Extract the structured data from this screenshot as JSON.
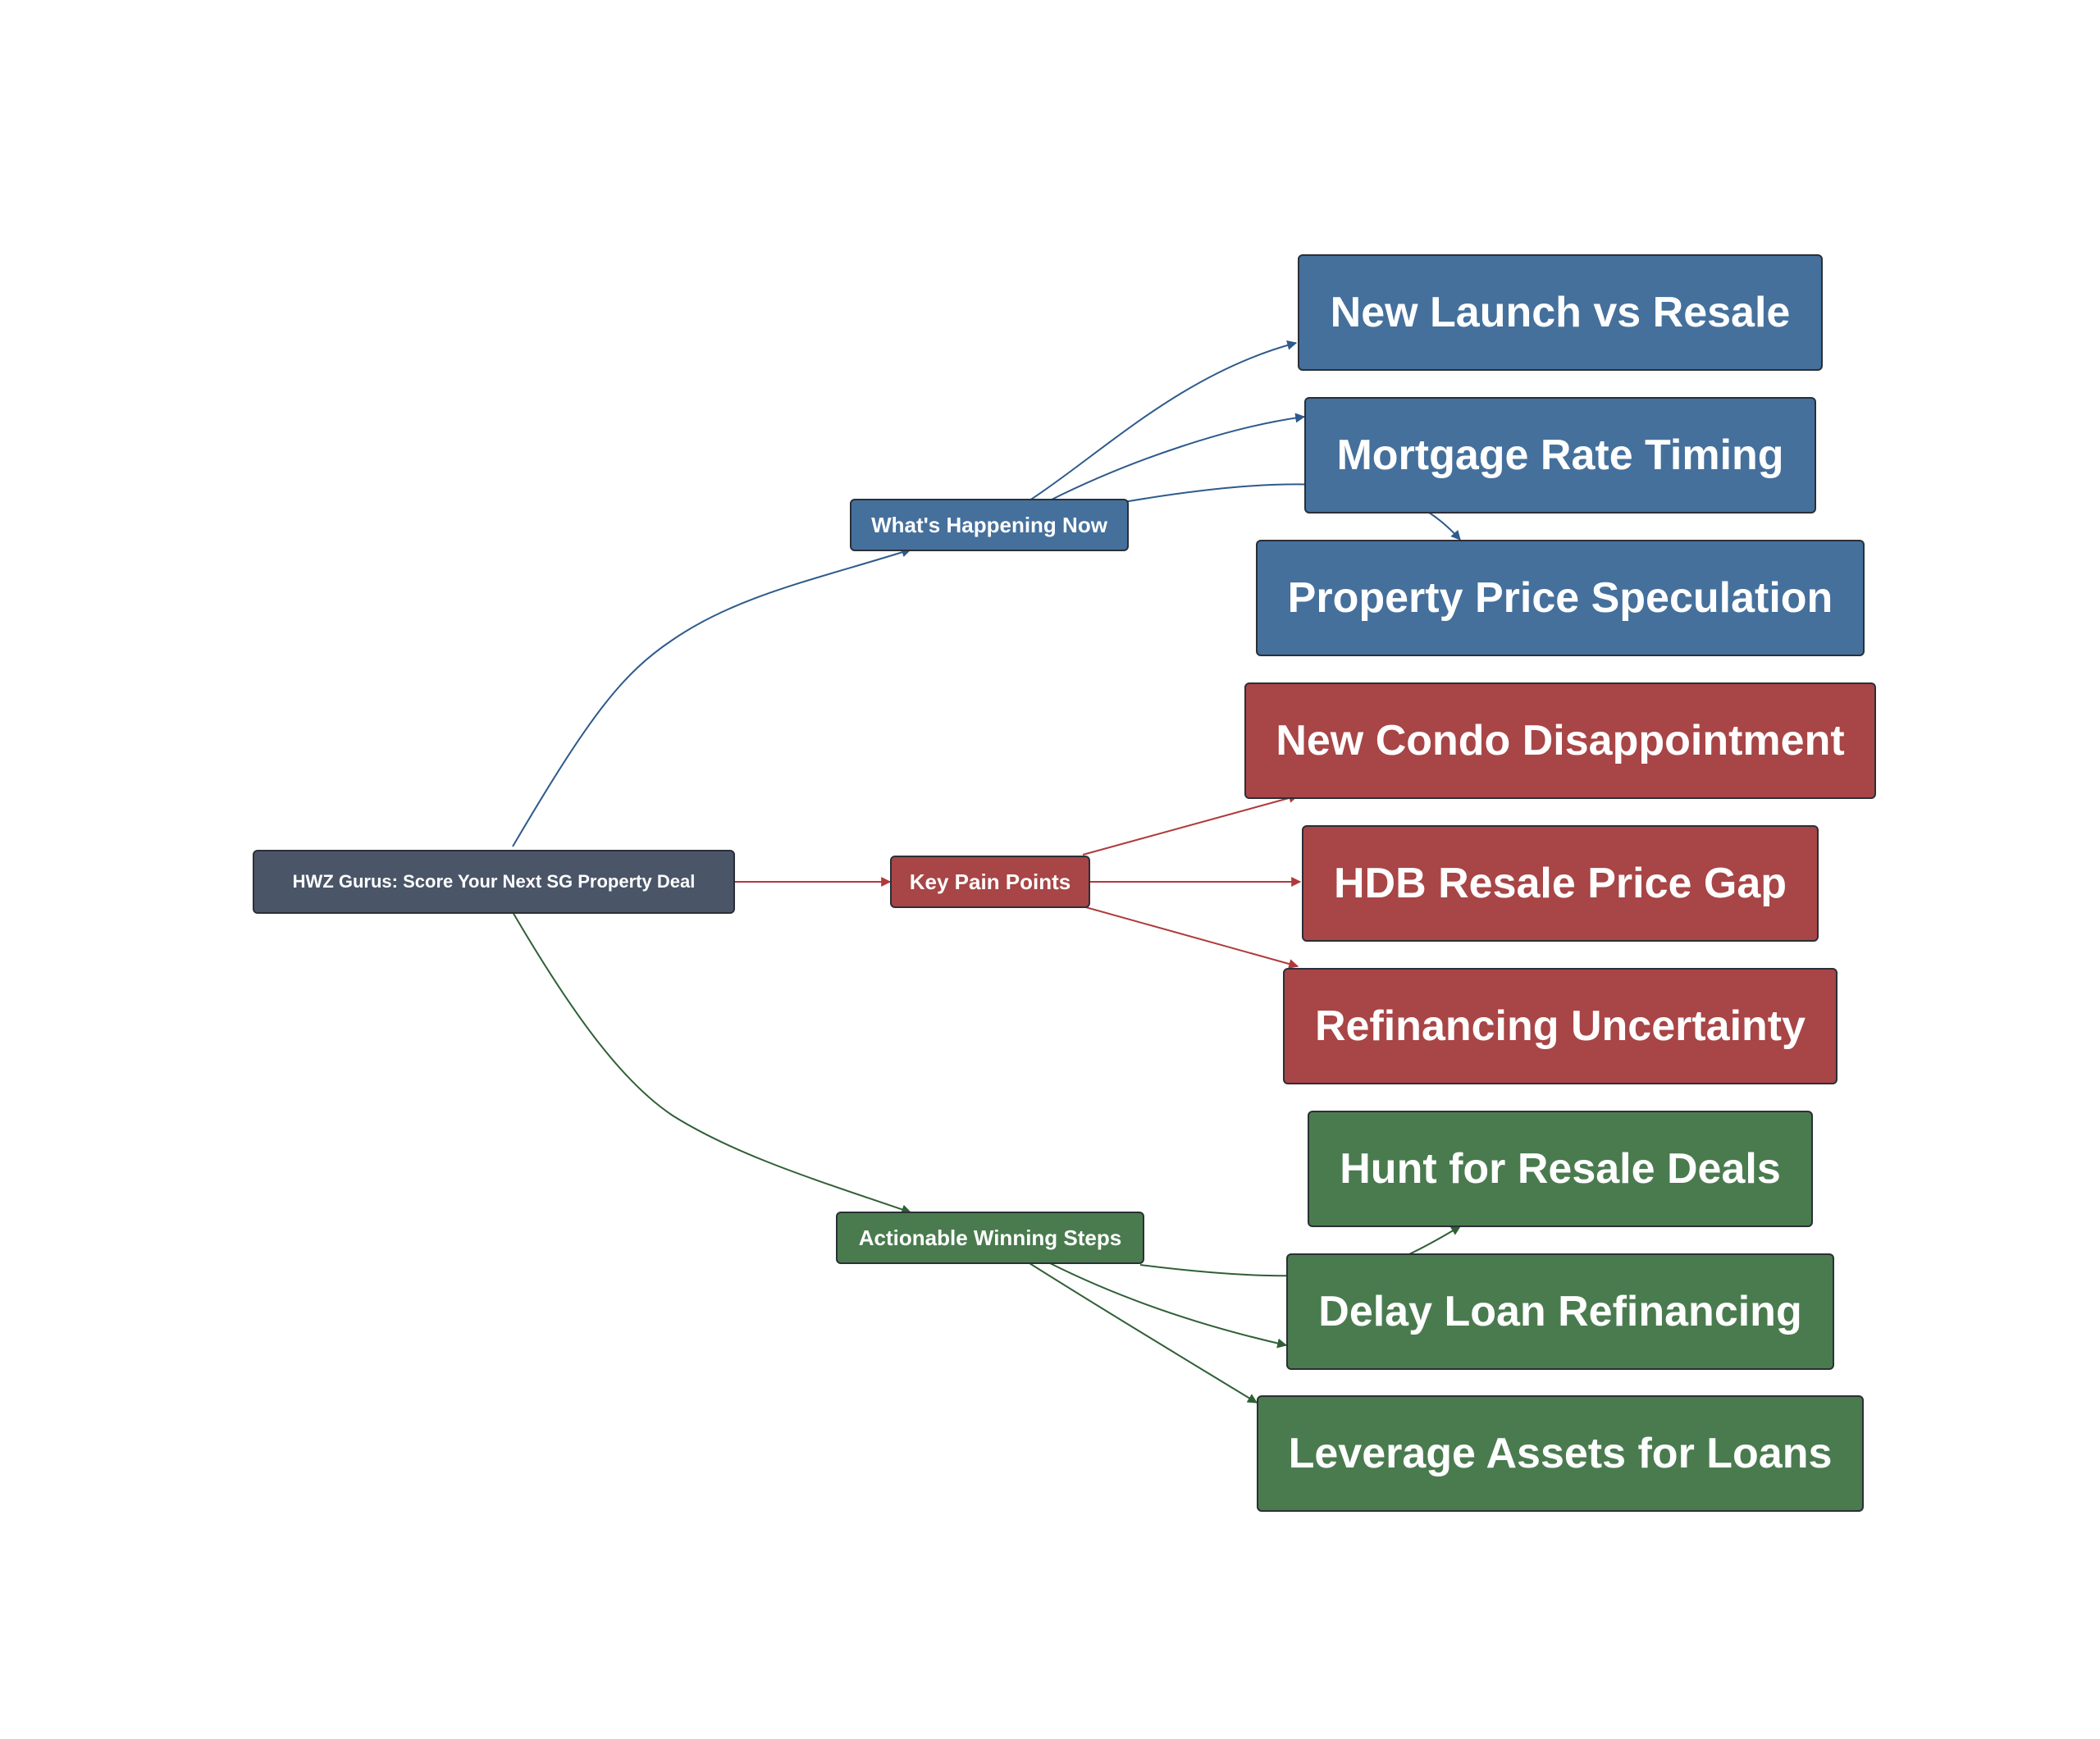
{
  "root": {
    "label": "HWZ Gurus: Score Your Next SG Property Deal",
    "color": "#4a5568"
  },
  "branches": [
    {
      "label": "What's Happening Now",
      "color": "#45709c",
      "edge_color": "#2e5a8c",
      "children": [
        "New Launch vs Resale",
        "Mortgage Rate Timing",
        "Property Price Speculation"
      ]
    },
    {
      "label": "Key Pain Points",
      "color": "#a84546",
      "edge_color": "#b03a3a",
      "children": [
        "New Condo Disappointment",
        "HDB Resale Price Gap",
        "Refinancing Uncertainty"
      ]
    },
    {
      "label": "Actionable Winning Steps",
      "color": "#4a7b4f",
      "edge_color": "#2f5f36",
      "children": [
        "Hunt for Resale Deals",
        "Delay Loan Refinancing",
        "Leverage Assets for Loans"
      ]
    }
  ]
}
